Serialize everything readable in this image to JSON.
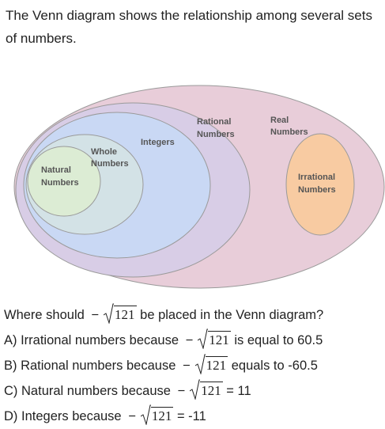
{
  "prompt": {
    "text": "The Venn diagram shows the relationship among several sets of numbers."
  },
  "diagram": {
    "real_line1": "Real",
    "real_line2": "Numbers",
    "rational_line1": "Rational",
    "rational_line2": "Numbers",
    "integers": "Integers",
    "whole_line1": "Whole",
    "whole_line2": "Numbers",
    "natural_line1": "Natural",
    "natural_line2": "Numbers",
    "irrational_line1": "Irrational",
    "irrational_line2": "Numbers",
    "colors": {
      "real": "#e8cdd9",
      "rational": "#d8cde6",
      "integers": "#c9d8f4",
      "whole": "#d3e2e6",
      "natural": "#dcecd4",
      "irrational": "#f8cba2",
      "outline": "#9a9a9a"
    }
  },
  "question": {
    "pre": "Where should",
    "minus": "−",
    "radicand": "121",
    "post": "be placed in the Venn diagram?"
  },
  "options": [
    {
      "letter": "A)",
      "pre": "Irrational numbers because",
      "minus": "−",
      "radicand": "121",
      "post": "is equal to 60.5"
    },
    {
      "letter": "B)",
      "pre": "Rational numbers because",
      "minus": "−",
      "radicand": "121",
      "post": "equals to -60.5"
    },
    {
      "letter": "C)",
      "pre": "Natural numbers because",
      "minus": "−",
      "radicand": "121",
      "post": "= 11"
    },
    {
      "letter": "D)",
      "pre": "Integers because",
      "minus": "−",
      "radicand": "121",
      "post": "= -11"
    }
  ]
}
